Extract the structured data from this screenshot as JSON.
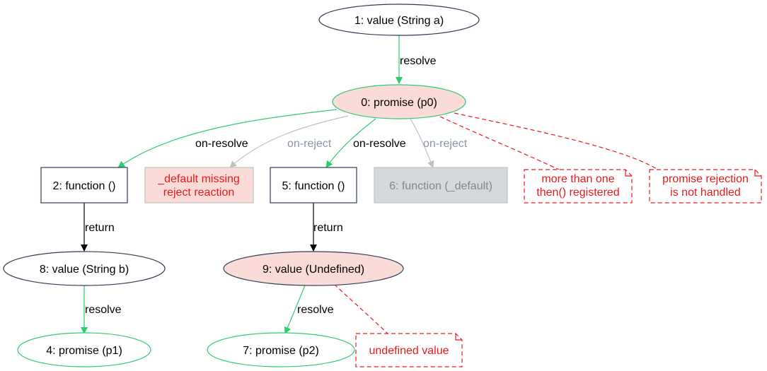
{
  "colors": {
    "node_border": "#2e3e55",
    "resolve_edge": "#2ecc71",
    "reject_edge": "#c0c0c0",
    "reject_text": "#8a95a5",
    "warn": "#e8191c",
    "pink_fill": "#fadbd8",
    "gray_fill": "#d5d8dc",
    "gray_text": "#7f8c8d",
    "black": "#000000"
  },
  "nodes": {
    "n1": "1: value (String a)",
    "n0": "0: promise (p0)",
    "n2": "2: function ()",
    "default_missing_line1": "_default missing",
    "default_missing_line2": "reject reaction",
    "n5": "5: function ()",
    "n6": "6: function (_default)",
    "note_then_line1": "more than one",
    "note_then_line2": "then() registered",
    "note_reject_line1": "promise rejection",
    "note_reject_line2": "is not handled",
    "n8": "8: value (String b)",
    "n9": "9: value (Undefined)",
    "n4": "4: promise (p1)",
    "n7": "7: promise (p2)",
    "note_undefined": "undefined value"
  },
  "edges": {
    "resolve": "resolve",
    "on_resolve": "on-resolve",
    "on_reject": "on-reject",
    "return": "return"
  }
}
